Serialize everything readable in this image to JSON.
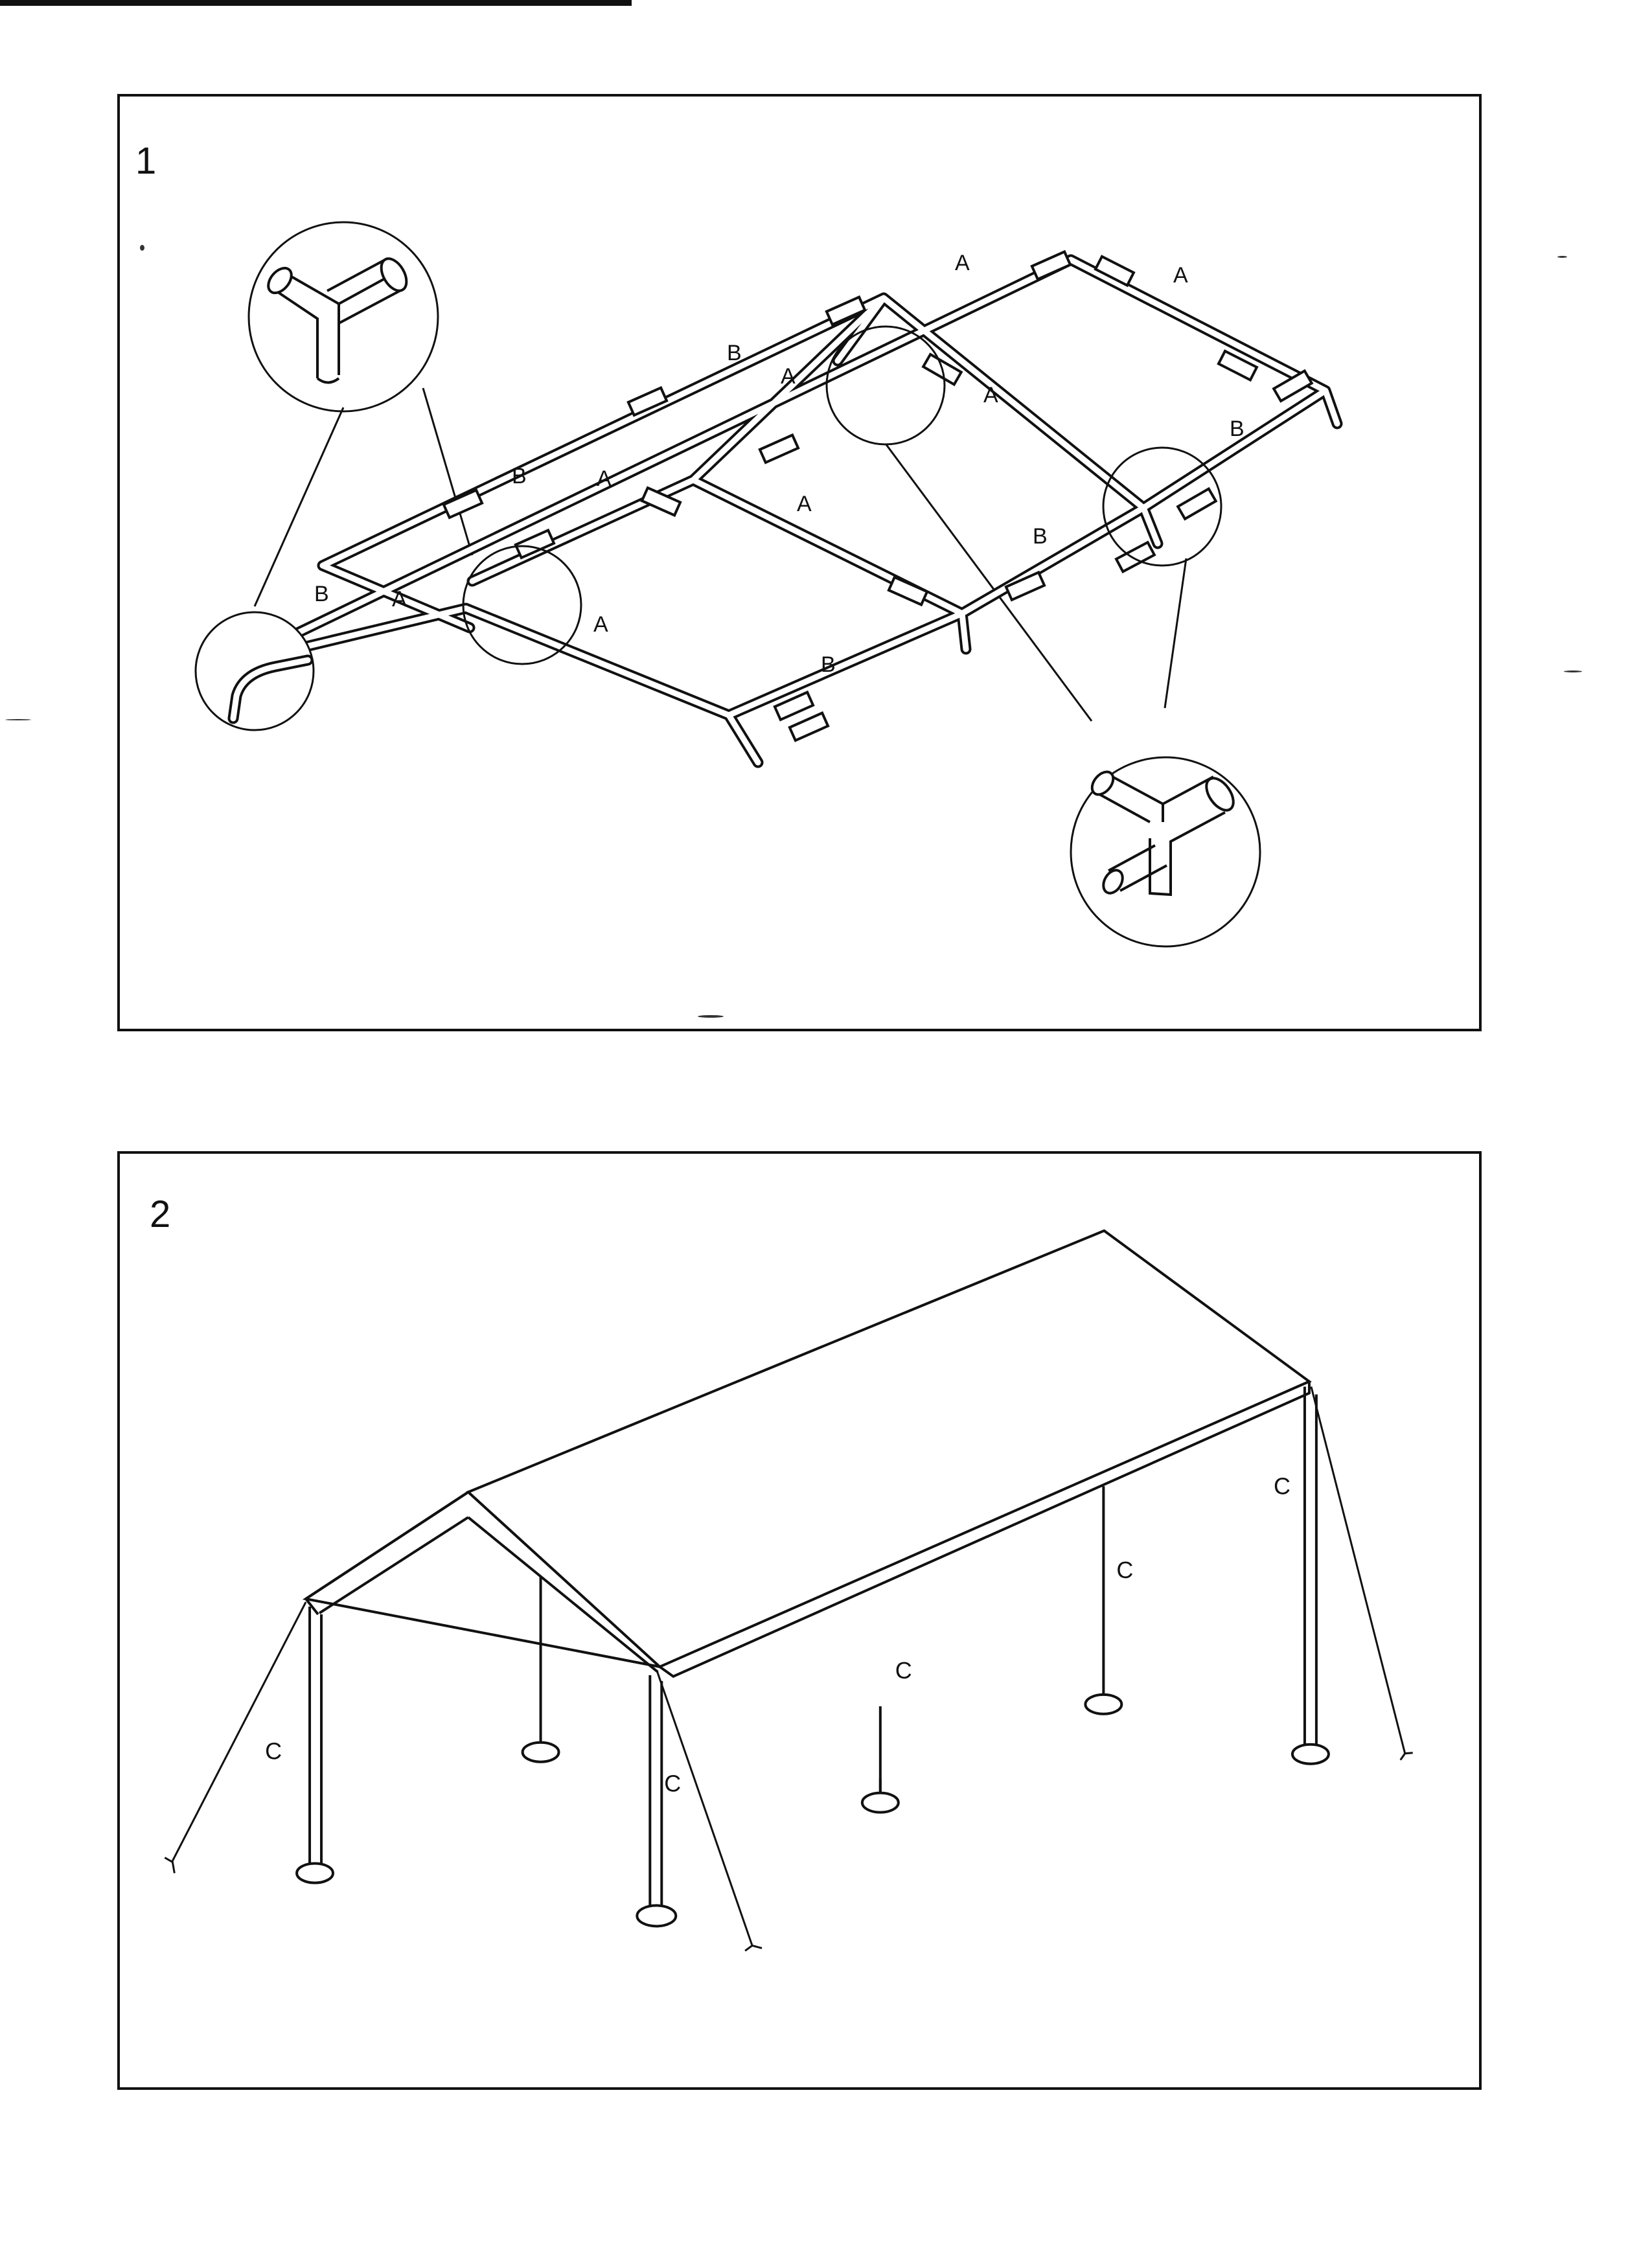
{
  "panel_1": {
    "number": "1",
    "pipe_labels": [
      "A",
      "A",
      "B",
      "A",
      "A",
      "B",
      "A",
      "A",
      "B",
      "A",
      "B",
      "A",
      "B",
      "B"
    ]
  },
  "panel_2": {
    "number": "2",
    "pole_labels": [
      "C",
      "C",
      "C",
      "C",
      "C"
    ]
  }
}
